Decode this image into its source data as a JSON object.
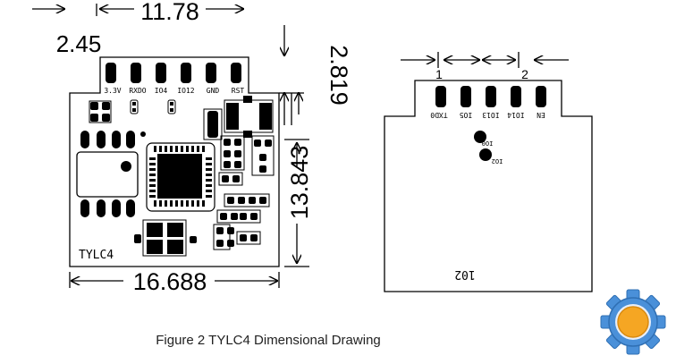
{
  "figure": {
    "caption": "Figure 2    TYLC4 Dimensional Drawing"
  },
  "front_view": {
    "dimensions": {
      "top_width": "11.78",
      "pin_pitch": "2.45",
      "overall_width": "16.688",
      "body_height": "13.843",
      "tab_height": "2.819"
    },
    "pin_labels": [
      "3.3V",
      "RXDO",
      "IO4",
      "IO12",
      "GND",
      "RST"
    ],
    "module_name": "TYLC4"
  },
  "back_view": {
    "pin_numbers": [
      "1",
      "2"
    ],
    "pin_labels": [
      "EN",
      "IO14",
      "IO13",
      "IO5",
      "TXD0"
    ],
    "test_points": [
      "IO0",
      "IO2"
    ],
    "marking": "102"
  },
  "badge": {
    "icon": "gear-icon",
    "colors": {
      "gear": "#4a90d9",
      "center": "#f5a623"
    }
  }
}
